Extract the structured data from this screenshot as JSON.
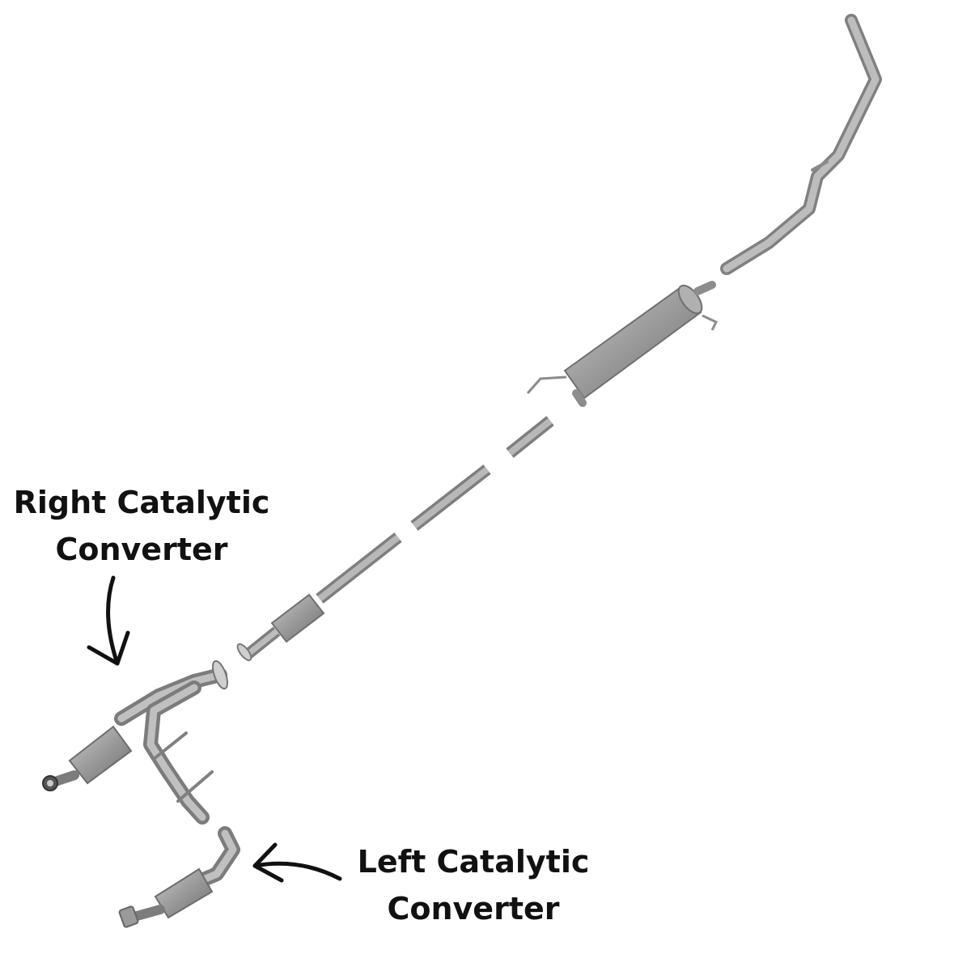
{
  "labels": {
    "right_catalytic": {
      "line1": "Right Catalytic",
      "line2": "Converter"
    },
    "left_catalytic": {
      "line1": "Left Catalytic",
      "line2": "Converter"
    }
  },
  "colors": {
    "pipe": "#a9a9a9",
    "pipe_dark": "#7d7d7d",
    "pipe_light": "#d4d4d4",
    "arrow": "#111111",
    "background": "#ffffff"
  }
}
